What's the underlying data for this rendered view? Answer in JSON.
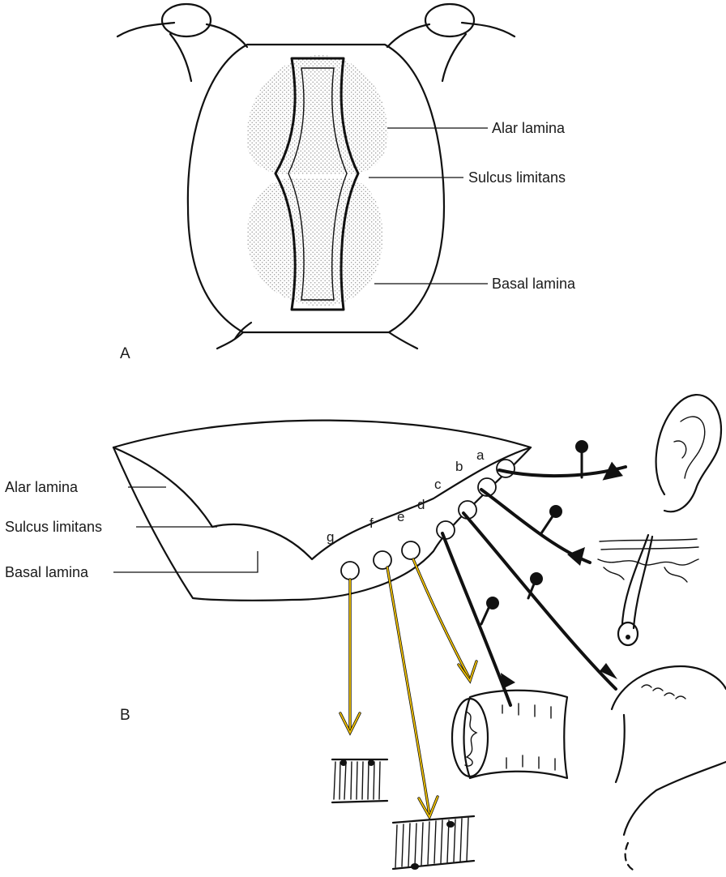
{
  "colors": {
    "line": "#111111",
    "efferent_highlight": "#f2c200",
    "stipple": "#b8b8b8",
    "background": "#ffffff"
  },
  "panel_a": {
    "panel_label": "A",
    "labels": {
      "alar": "Alar lamina",
      "sulcus": "Sulcus limitans",
      "basal": "Basal lamina"
    }
  },
  "panel_b": {
    "panel_label": "B",
    "labels": {
      "alar": "Alar lamina",
      "sulcus": "Sulcus limitans",
      "basal": "Basal lamina"
    },
    "nuclei": [
      "a",
      "b",
      "c",
      "d",
      "e",
      "f",
      "g"
    ],
    "afferent_targets": [
      "ear-icon",
      "skin-hair-follicle-icon",
      "gut-tube-icon",
      "pharynx-taste-icon"
    ],
    "efferent_targets": [
      "muscle-bundle-icon",
      "muscle-bundle-icon",
      "gut-tube-icon"
    ]
  }
}
